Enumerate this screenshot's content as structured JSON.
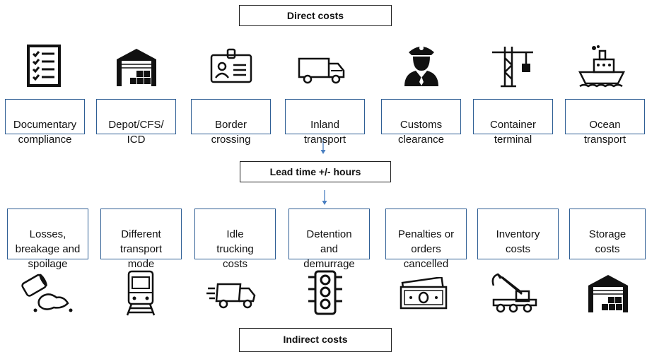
{
  "headers": {
    "direct": "Direct costs",
    "lead_time": "Lead time +/- hours",
    "indirect": "Indirect costs"
  },
  "direct_costs": [
    {
      "label": "Documentary\ncompliance",
      "icon": "checklist-icon"
    },
    {
      "label": "Depot/CFS/\nICD",
      "icon": "warehouse-icon"
    },
    {
      "label": "Border\ncrossing",
      "icon": "id-badge-icon"
    },
    {
      "label": "Inland\ntransport",
      "icon": "truck-icon"
    },
    {
      "label": "Customs\nclearance",
      "icon": "customs-officer-icon"
    },
    {
      "label": "Container\nterminal",
      "icon": "crane-icon"
    },
    {
      "label": "Ocean\ntransport",
      "icon": "ship-icon"
    }
  ],
  "indirect_costs": [
    {
      "label": "Losses,\nbreakage and\nspoilage",
      "icon": "spilled-barrel-icon"
    },
    {
      "label": "Different\ntransport\nmode",
      "icon": "train-icon"
    },
    {
      "label": "Idle\ntrucking\ncosts",
      "icon": "speeding-truck-icon"
    },
    {
      "label": "Detention\nand\ndemurrage",
      "icon": "traffic-light-icon"
    },
    {
      "label": "Penalties or\norders\ncancelled",
      "icon": "money-icon"
    },
    {
      "label": "Inventory\ncosts",
      "icon": "mobile-crane-icon"
    },
    {
      "label": "Storage\ncosts",
      "icon": "storage-warehouse-icon"
    }
  ],
  "colors": {
    "box_border": "#2f5f95",
    "arrow": "#4a7fc1",
    "icon": "#111111"
  }
}
